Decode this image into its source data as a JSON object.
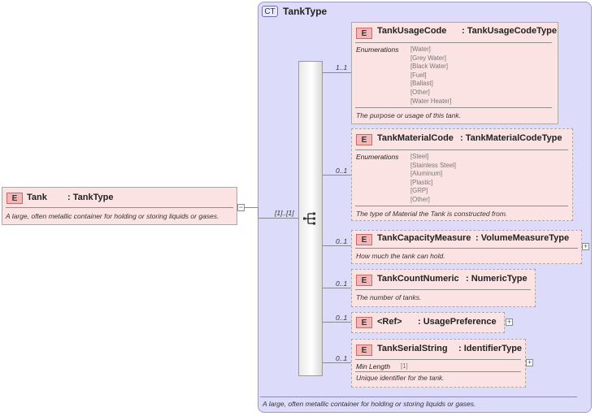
{
  "complex_type": {
    "badge": "CT",
    "name": "TankType",
    "documentation": "A large, often metallic container for holding or storing liquids or gases."
  },
  "root_element": {
    "badge": "E",
    "name": "Tank",
    "type": ": TankType",
    "documentation": "A large, often metallic container for holding or storing liquids or gases.",
    "cardinality": "[1]..[1]"
  },
  "children": [
    {
      "badge": "E",
      "name": "TankUsageCode",
      "type": ": TankUsageCodeType",
      "cardinality": "1..1",
      "enum_label": "Enumerations",
      "enumerations": [
        "[Water]",
        "[Grey Water]",
        "[Black Water]",
        "[Fuel]",
        "[Ballast]",
        "[Other]",
        "[Water Heater]"
      ],
      "documentation": "The purpose or usage of this tank."
    },
    {
      "badge": "E",
      "name": "TankMaterialCode",
      "type": ": TankMaterialCodeType",
      "cardinality": "0..1",
      "enum_label": "Enumerations",
      "enumerations": [
        "[Steel]",
        "[Stainless Steel]",
        "[Aluminum]",
        "[Plastic]",
        "[GRP]",
        "[Other]"
      ],
      "documentation": "The type of Material the Tank is constructed from."
    },
    {
      "badge": "E",
      "name": "TankCapacityMeasure",
      "type": ": VolumeMeasureType",
      "cardinality": "0..1",
      "documentation": "How much the tank can hold."
    },
    {
      "badge": "E",
      "name": "TankCountNumeric",
      "type": ": NumericType",
      "cardinality": "0..1",
      "documentation": "The number of tanks."
    },
    {
      "badge": "E",
      "name": "<Ref>",
      "type": ": UsagePreference",
      "cardinality": "0..1"
    },
    {
      "badge": "E",
      "name": "TankSerialString",
      "type": ": IdentifierType",
      "cardinality": "0..1",
      "facet_label": "Min Length",
      "facet_value": "[1]",
      "documentation": "Unique identifier for the tank."
    }
  ],
  "icons": {
    "expand": "plus-icon",
    "collapse": "minus-icon",
    "sequence": "sequence-compositor-icon"
  }
}
